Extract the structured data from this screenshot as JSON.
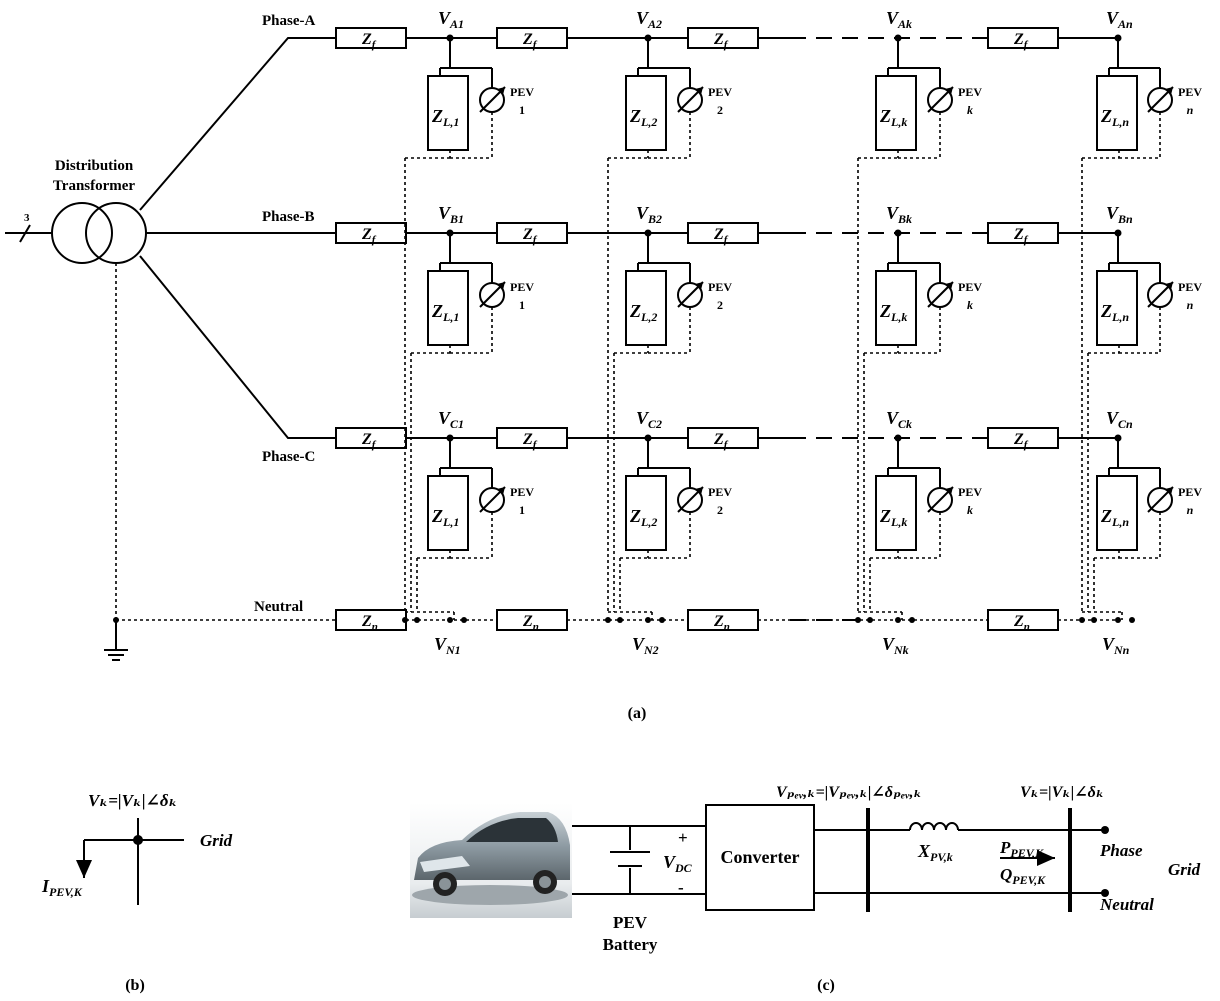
{
  "figure_a": {
    "caption": "(a)",
    "transformer": {
      "label_line1": "Distribution",
      "label_line2": "Transformer",
      "input_count": "3"
    },
    "phases": [
      {
        "label": "Phase-A",
        "letter": "A"
      },
      {
        "label": "Phase-B",
        "letter": "B"
      },
      {
        "label": "Phase-C",
        "letter": "C"
      }
    ],
    "neutral_label": "Neutral",
    "feeder_impedance": {
      "main": "Z",
      "sub": "f"
    },
    "neutral_impedance": {
      "main": "Z",
      "sub": "n"
    },
    "node_indices": [
      "1",
      "2",
      "k",
      "n"
    ],
    "load_labels": [
      {
        "main": "Z",
        "sub": "L,1"
      },
      {
        "main": "Z",
        "sub": "L,2"
      },
      {
        "main": "Z",
        "sub": "L,k"
      },
      {
        "main": "Z",
        "sub": "L,n"
      }
    ],
    "pev_label": "PEV",
    "pev_indices": [
      "1",
      "2",
      "k",
      "n"
    ],
    "neutral_nodes": [
      {
        "main": "V",
        "sub": "N1"
      },
      {
        "main": "V",
        "sub": "N2"
      },
      {
        "main": "V",
        "sub": "Nk"
      },
      {
        "main": "V",
        "sub": "Nn"
      }
    ]
  },
  "figure_b": {
    "caption": "(b)",
    "voltage": "Vₖ=|Vₖ|∠δₖ",
    "grid_label": "Grid",
    "current": {
      "main": "I",
      "sub": "PEV,K"
    }
  },
  "figure_c": {
    "caption": "(c)",
    "battery_label_line1": "PEV",
    "battery_label_line2": "Battery",
    "vdc": {
      "main": "V",
      "sub": "DC"
    },
    "plus": "+",
    "minus": "-",
    "converter_label": "Converter",
    "pev_voltage": "Vₚₑᵥ,ₖ=|Vₚₑᵥ,ₖ|∠δₚₑᵥ,ₖ",
    "grid_voltage": "Vₖ=|Vₖ|∠δₖ",
    "reactance": {
      "main": "X",
      "sub": "PV,k"
    },
    "active_power": {
      "main": "P",
      "sub": "PEV,K"
    },
    "reactive_power": {
      "main": "Q",
      "sub": "PEV,K"
    },
    "phase_label": "Phase",
    "neutral_label": "Neutral",
    "grid_label": "Grid",
    "car_image": "electric-car-photo-icon"
  }
}
